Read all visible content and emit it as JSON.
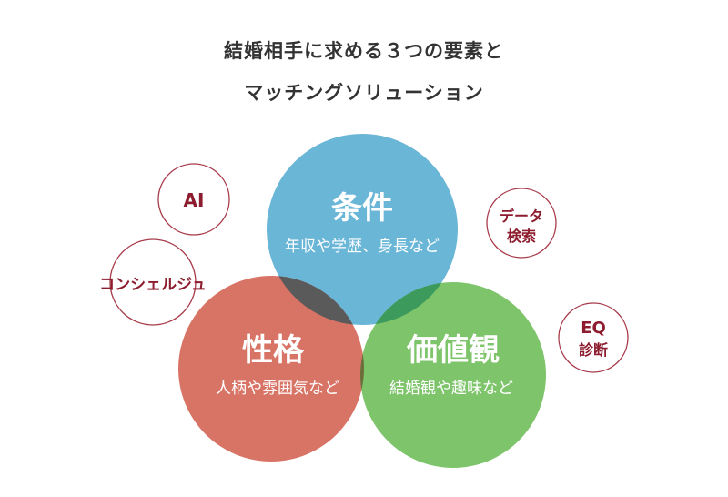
{
  "title": {
    "line1": "結婚相手に求める３つの要素と",
    "line2": "マッチングソリューション"
  },
  "colors": {
    "condition": "#6ab6d7",
    "personality": "#d87466",
    "values": "#7ec46b",
    "overlap_cp": "#5a5a5a",
    "overlap_cv": "#3c9a5c",
    "overlap_pv": "#6e6c3a",
    "accent": "#8c1c2e"
  },
  "circles": {
    "condition": {
      "title": "条件",
      "subtitle": "年収や学歴、身長など"
    },
    "personality": {
      "title": "性格",
      "subtitle": "人柄や雰囲気など"
    },
    "values": {
      "title": "価値観",
      "subtitle": "結婚観や趣味など"
    }
  },
  "solutions": {
    "ai": "AI",
    "concierge": "コンシェルジュ",
    "data_search_line1": "データ",
    "data_search_line2": "検索",
    "eq_line1": "EQ",
    "eq_line2": "診断"
  }
}
